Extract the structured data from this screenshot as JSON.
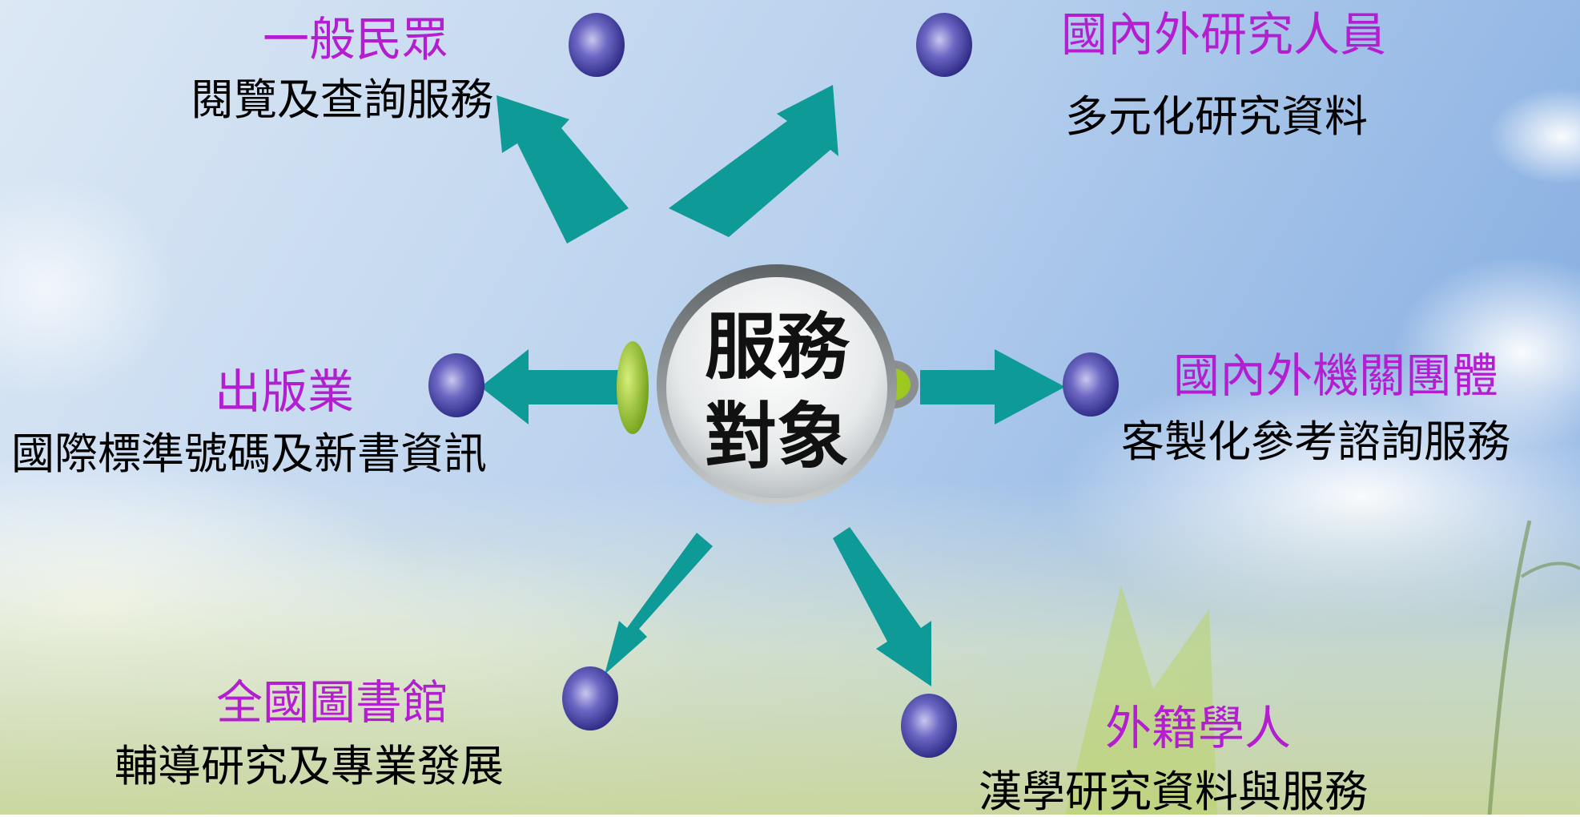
{
  "center": {
    "line1": "服務",
    "line2": "對象"
  },
  "nodes": [
    {
      "id": "general-public",
      "audience": "一般民眾",
      "service": "閱覽及查詢服務"
    },
    {
      "id": "researchers",
      "audience": "國內外研究人員",
      "service": "多元化研究資料"
    },
    {
      "id": "publishers",
      "audience": "出版業",
      "service": "國際標準號碼及新書資訊"
    },
    {
      "id": "institutions",
      "audience": "國內外機關團體",
      "service": "客製化參考諮詢服務"
    },
    {
      "id": "libraries",
      "audience": "全國圖書館",
      "service": "輔導研究及專業發展"
    },
    {
      "id": "foreign-scholars",
      "audience": "外籍學人",
      "service": "漢學研究資料與服務"
    }
  ],
  "colors": {
    "audience_text": "#b31fd0",
    "service_text": "#000000",
    "arrow": "#0e9a96",
    "node_dot": "#3d3a9c",
    "hub_accent": "#8fbf1f"
  },
  "icons": {
    "node": "purple-sphere-icon",
    "arrow": "teal-arrow-icon",
    "hub": "silver-hub-icon"
  }
}
